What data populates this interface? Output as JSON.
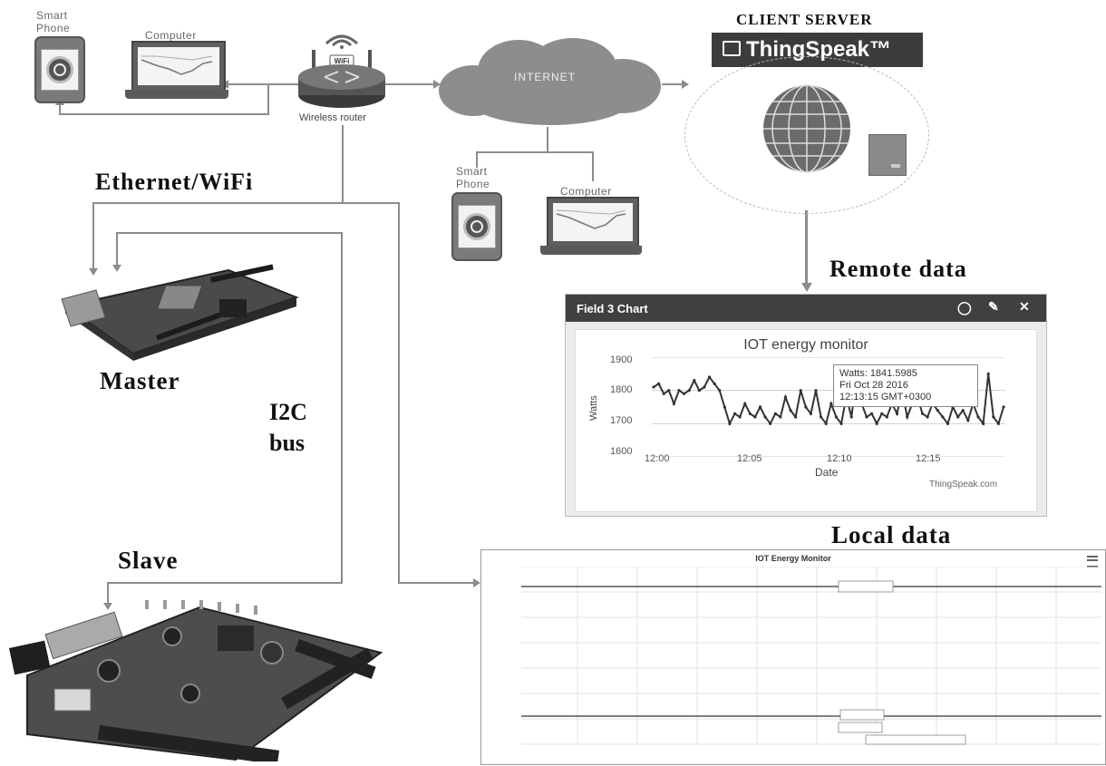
{
  "labels": {
    "smart_phone_top": "Smart Phone",
    "computer_top": "Computer",
    "wireless_router": "Wireless router",
    "wifi_badge": "WiFi",
    "internet": "INTERNET",
    "smart_phone_mid": "Smart Phone",
    "computer_mid": "Computer",
    "client_server": "CLIENT SERVER",
    "thingspeak_brand": "ThingSpeak™",
    "ethernet_wifi": "Ethernet/WiFi",
    "remote_data": "Remote data",
    "local_data": "Local data",
    "master": "Master",
    "i2c_line1": "I2C",
    "i2c_line2": "bus",
    "slave": "Slave"
  },
  "remote_chart": {
    "panel_title": "Field 3 Chart",
    "title": "IOT energy monitor",
    "ylabel": "Watts",
    "xlabel": "Date",
    "credit": "ThingSpeak.com",
    "y_ticks": [
      "1900",
      "1800",
      "1700",
      "1600"
    ],
    "x_ticks": [
      "12:00",
      "12:05",
      "12:10",
      "12:15"
    ],
    "tooltip": [
      "Watts: 1841.5985",
      "Fri Oct 28 2016",
      "12:13:15 GMT+0300"
    ]
  },
  "local_chart": {
    "title": "IOT Energy Monitor"
  },
  "chart_data": {
    "type": "line",
    "title": "IOT energy monitor",
    "xlabel": "Date",
    "ylabel": "Watts",
    "ylim": [
      1600,
      1900
    ],
    "x_ticks": [
      "12:00",
      "12:05",
      "12:10",
      "12:15"
    ],
    "values": [
      1810,
      1820,
      1790,
      1800,
      1760,
      1800,
      1790,
      1800,
      1830,
      1800,
      1810,
      1840,
      1820,
      1800,
      1750,
      1700,
      1730,
      1720,
      1760,
      1730,
      1720,
      1750,
      1720,
      1700,
      1730,
      1720,
      1780,
      1740,
      1720,
      1800,
      1750,
      1730,
      1800,
      1720,
      1700,
      1760,
      1720,
      1700,
      1780,
      1720,
      1840,
      1760,
      1720,
      1730,
      1700,
      1730,
      1720,
      1760,
      1730,
      1800,
      1720,
      1760,
      1780,
      1730,
      1720,
      1760,
      1740,
      1720,
      1700,
      1750,
      1720,
      1740,
      1710,
      1760,
      1720,
      1700,
      1850,
      1720,
      1700,
      1750
    ]
  }
}
